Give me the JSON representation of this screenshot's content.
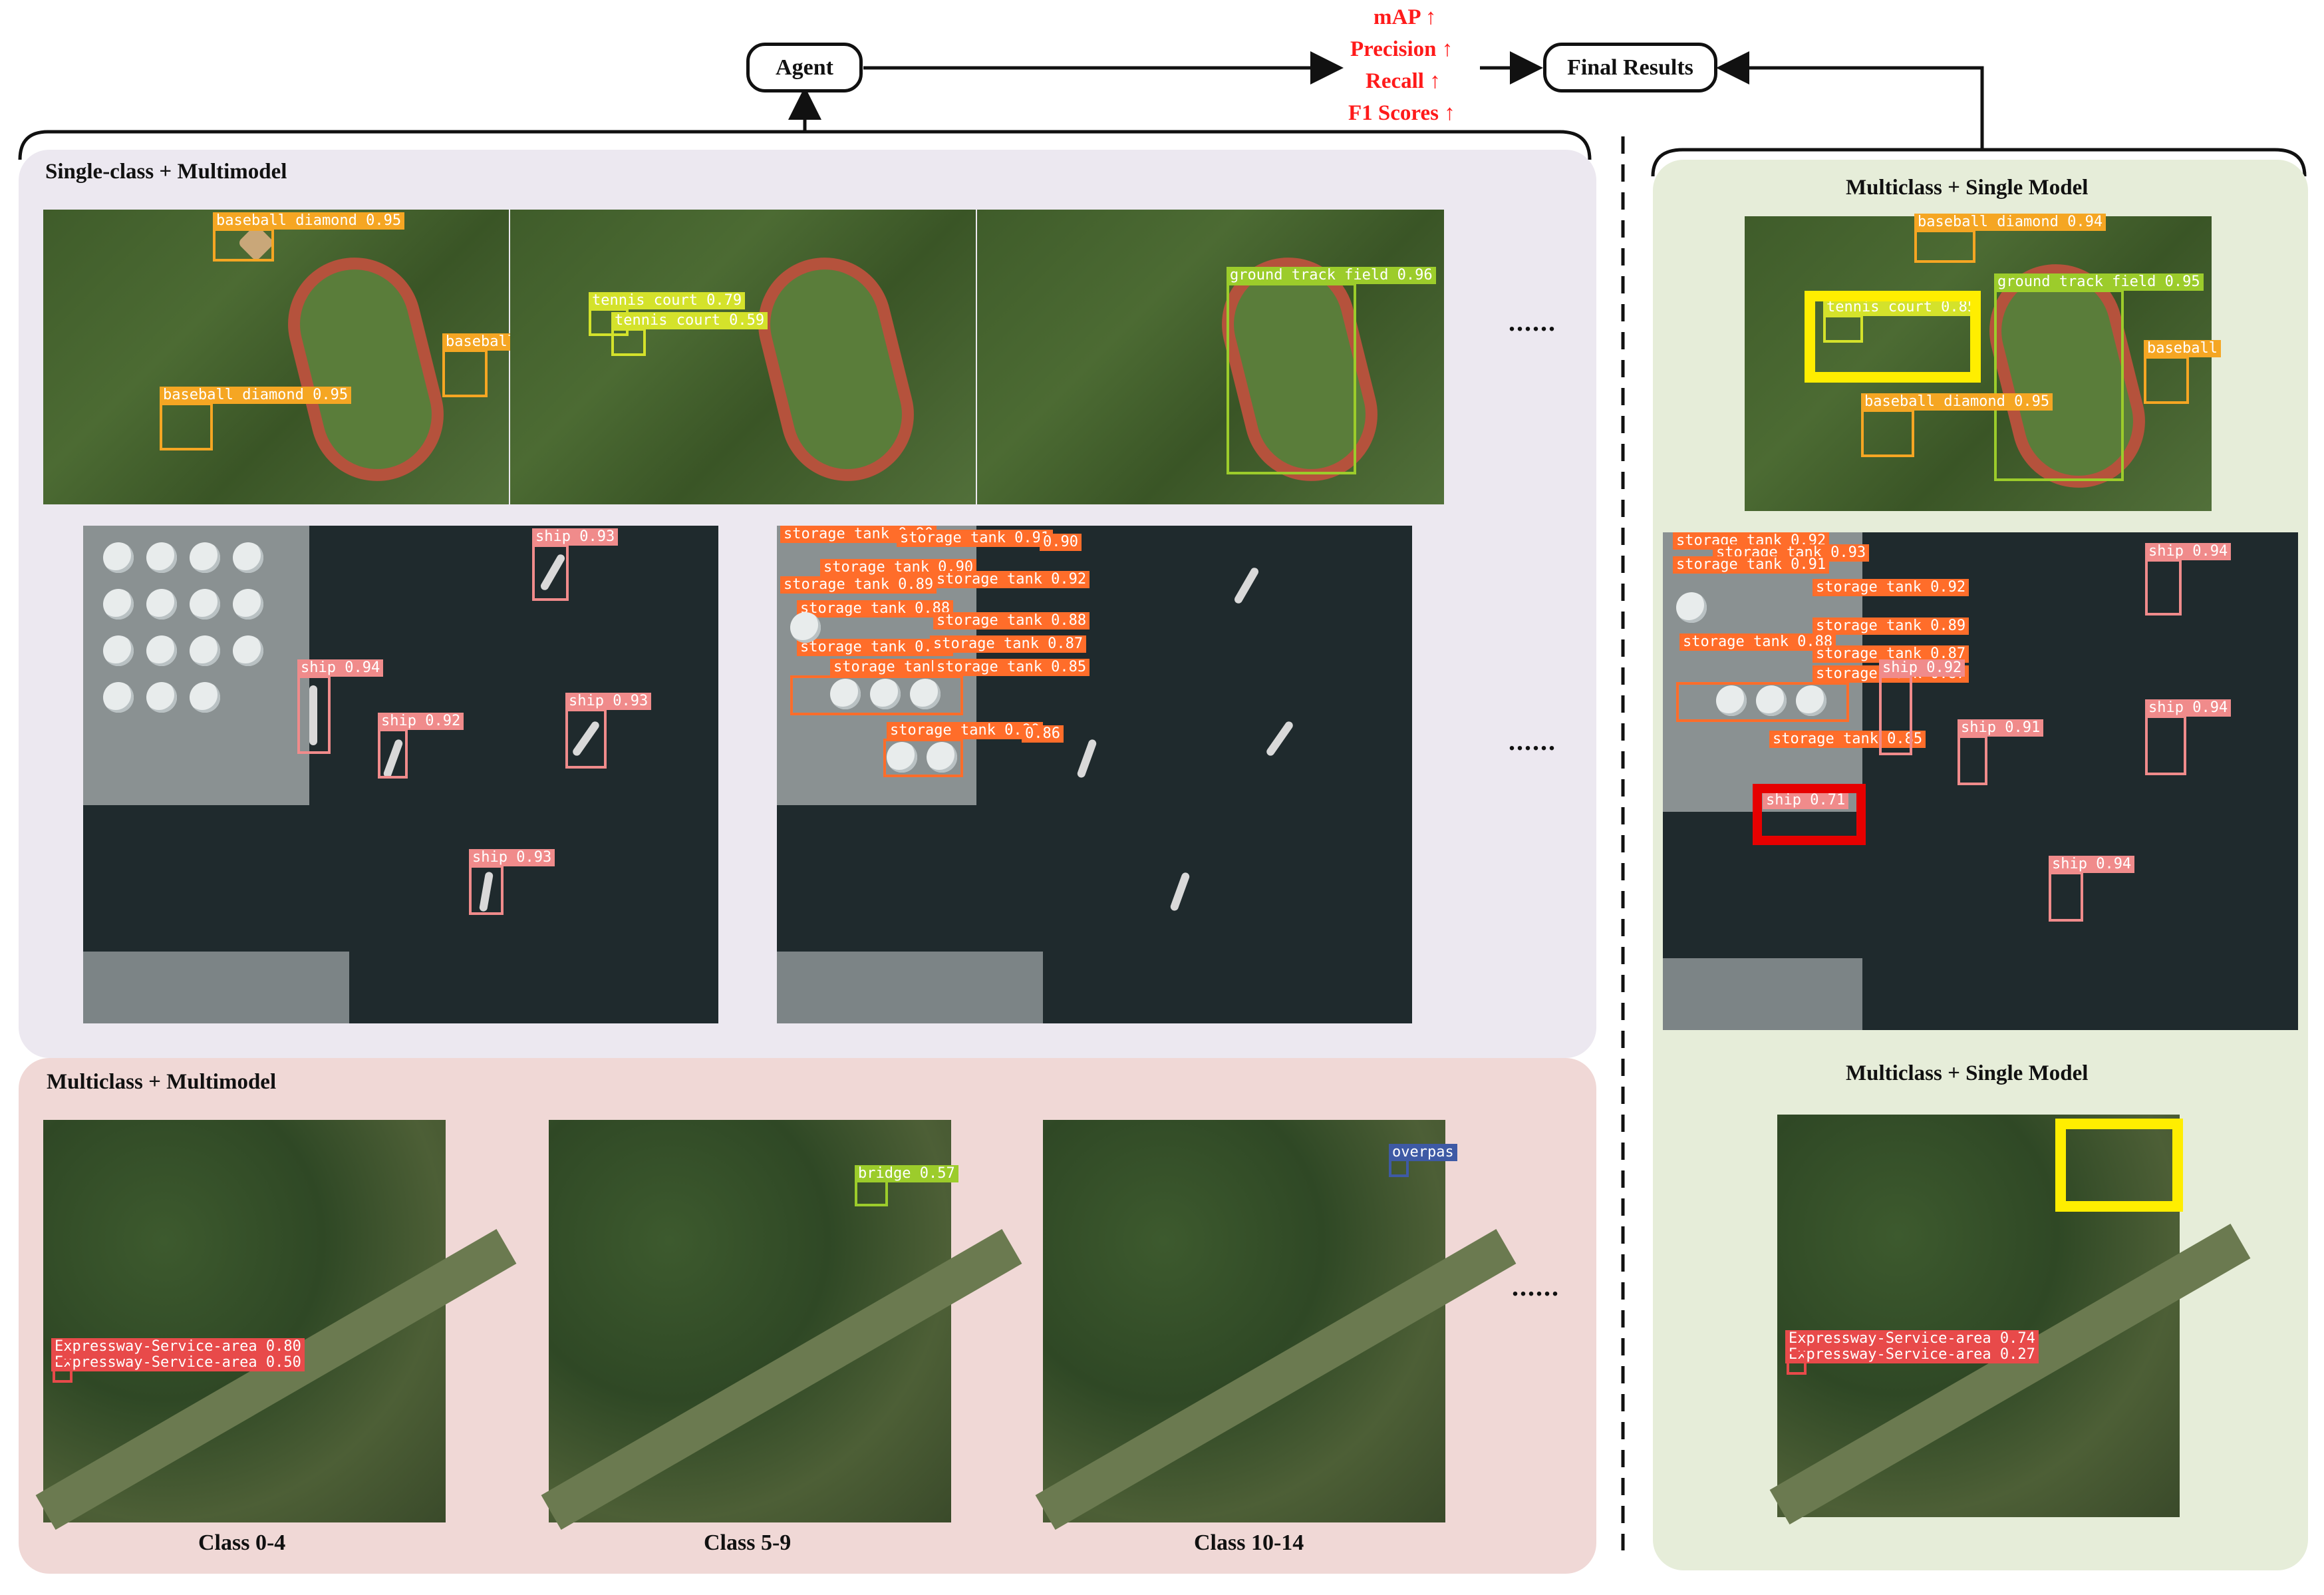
{
  "top": {
    "agent": "Agent",
    "final_results": "Final Results",
    "metrics": [
      "mAP",
      "Precision",
      "Recall",
      "F1 Scores"
    ],
    "arrow_symbol": "↑"
  },
  "panels": {
    "single_class": "Single-class + Multimodel",
    "multiclass_multimodel": "Multiclass + Multimodel",
    "right_title_1": "Multiclass + Single Model",
    "right_title_2": "Multiclass + Single Model"
  },
  "ellipsis": "......",
  "captions": [
    "Class 0-4",
    "Class 5-9",
    "Class 10-14"
  ],
  "labels": {
    "field1": [
      "baseball diamond 0.95",
      "baseball diamond 0.95",
      "baseball"
    ],
    "field2": [
      "tennis court 0.79",
      "tennis court 0.59"
    ],
    "field3": [
      "ground track field 0.96"
    ],
    "harbor1": [
      "ship 0.93",
      "ship 0.94",
      "ship 0.92",
      "ship 0.93",
      "ship 0.93"
    ],
    "harbor2": [
      "storage tank 0.90",
      "storage tank 0.91",
      "storage tank 0.90",
      "storage tank 0.89",
      "storage tank 0.92",
      "storage tank 0.88",
      "storage tank 0.88",
      "storage tank 0.88",
      "storage tank 0.87",
      "storage tank 0.87",
      "storage tank 0.85",
      "storage tank 0.85",
      "storage tank 0.90",
      "0.86",
      "0.89",
      "0.90"
    ],
    "terrain1": [
      "Expressway-Service-area 0.80",
      "Expressway-Service-area 0.50"
    ],
    "terrain2": [
      "bridge 0.57"
    ],
    "terrain3": [
      "overpas"
    ],
    "right_field": [
      "baseball diamond 0.94",
      "ground track field 0.95",
      "tennis court 0.85",
      "baseball",
      "baseball diamond 0.95"
    ],
    "right_harbor": [
      "storage tank 0.92",
      "storage tank 0.93",
      "storage tank 0.91",
      "storage tank 0.92",
      "storage tank 0.89",
      "storage tank 0.88",
      "storage tank 0.87",
      "storage tank 0.89",
      "storage tank 0.85",
      "ship 0.94",
      "ship 0.92",
      "ship 0.91",
      "ship 0.94",
      "ship 0.71",
      "ship 0.94",
      "storage tank 0.87"
    ],
    "right_terrain": [
      "Expressway-Service-area 0.74",
      "Expressway-Service-area 0.27"
    ]
  },
  "colors": {
    "metric": "#ff1a1a",
    "panel_single": "#ece8f0",
    "panel_multi": "#f0d8d6",
    "panel_right": "#e6edd9",
    "baseball": "#f5a623",
    "tennis": "#d4e22b",
    "track": "#9ccc2b",
    "ship": "#f08b8b",
    "tank": "#ff6d2a",
    "expressway": "#e84a4a",
    "bridge": "#9ccc2b",
    "overpass": "#3e5aa5",
    "highlight_yellow": "#ffee00",
    "highlight_red": "#e60000"
  }
}
